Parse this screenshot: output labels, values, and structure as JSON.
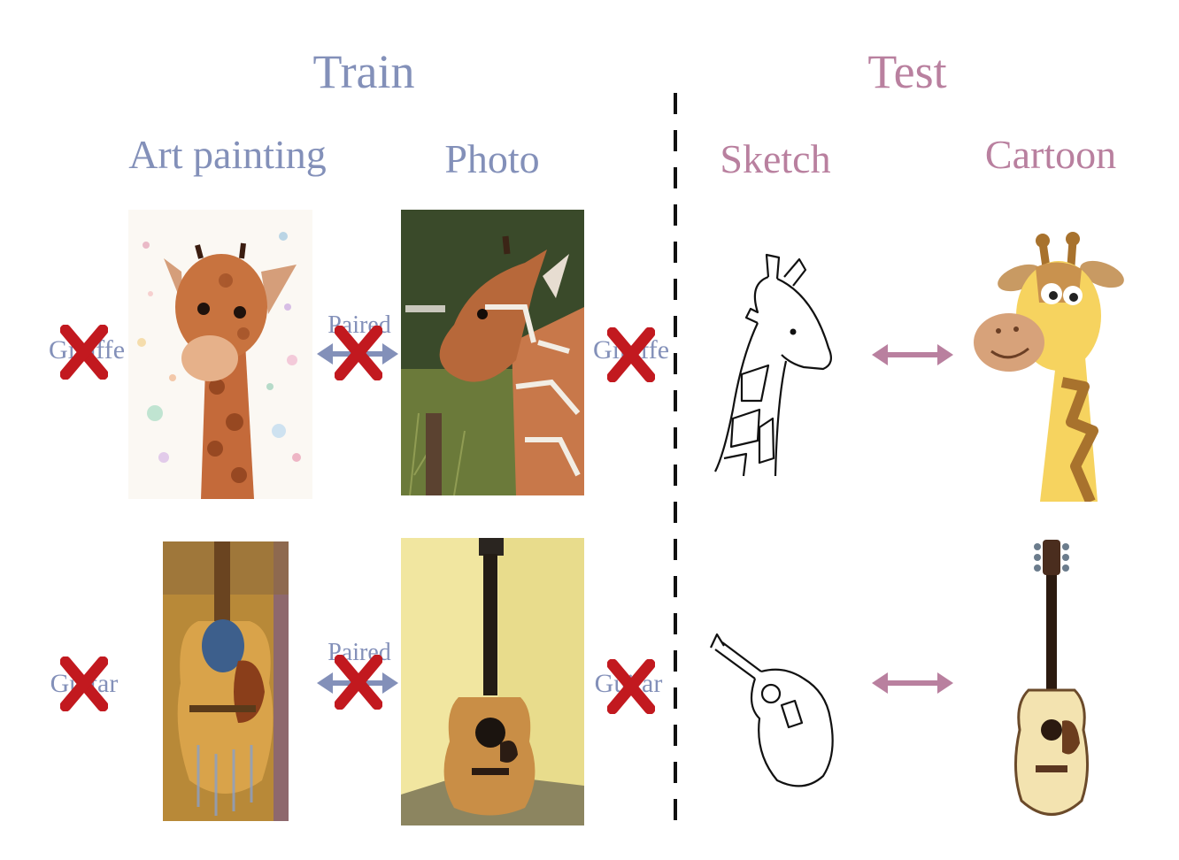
{
  "sections": {
    "train": "Train",
    "test": "Test"
  },
  "domains": {
    "art_painting": "Art painting",
    "photo": "Photo",
    "sketch": "Sketch",
    "cartoon": "Cartoon"
  },
  "rows": [
    {
      "class_label": "Giraffe",
      "pair_label": "Paired"
    },
    {
      "class_label": "Guitar",
      "pair_label": "Paired"
    }
  ],
  "colors": {
    "train": "#8390b9",
    "test": "#b9809f",
    "cross": "#c2191f",
    "divider": "#111111"
  },
  "icons": [
    "cross-mark-icon",
    "double-arrow-icon"
  ]
}
